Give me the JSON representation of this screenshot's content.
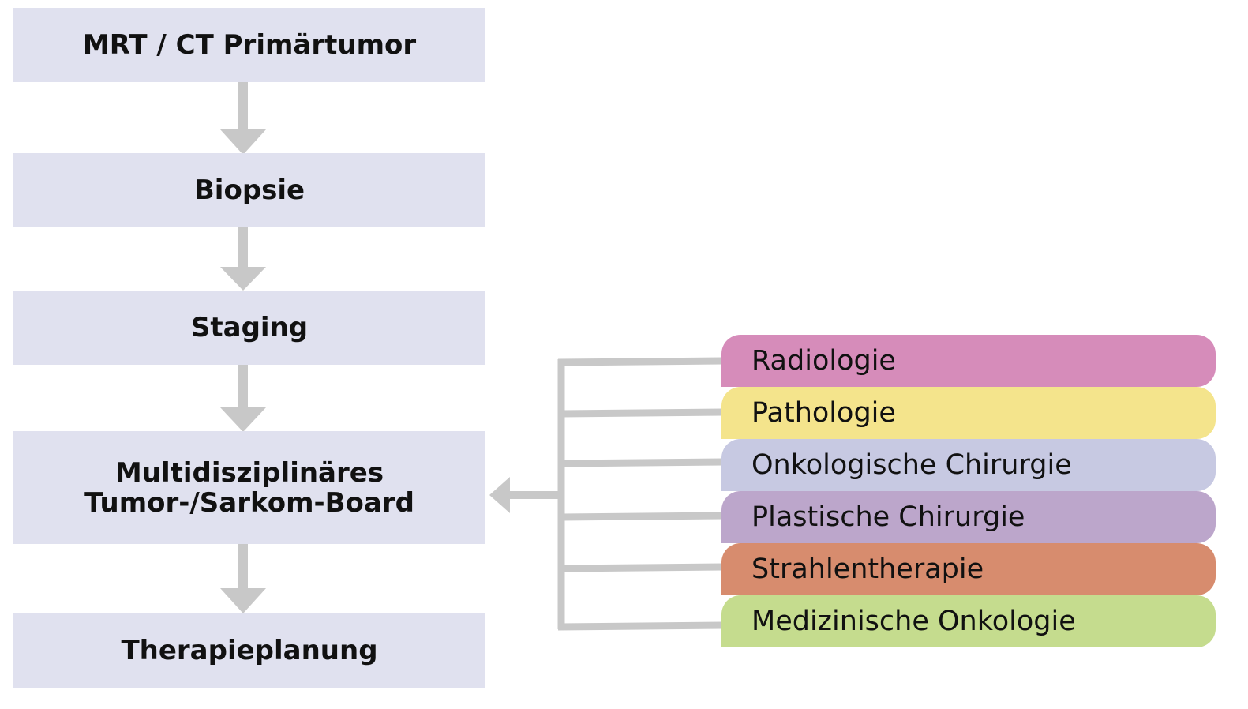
{
  "flow": {
    "steps": [
      {
        "label": "MRT / CT Primärtumor"
      },
      {
        "label": "Biopsie"
      },
      {
        "label": "Staging"
      },
      {
        "label": "Multidisziplinäres\nTumor-/Sarkom-Board"
      },
      {
        "label": "Therapieplanung"
      }
    ]
  },
  "disciplines": [
    {
      "label": "Radiologie",
      "color": "#d68cba"
    },
    {
      "label": "Pathologie",
      "color": "#f4e48c"
    },
    {
      "label": "Onkologische Chirurgie",
      "color": "#c7c9e2"
    },
    {
      "label": "Plastische Chirurgie",
      "color": "#bca6cb"
    },
    {
      "label": "Strahlentherapie",
      "color": "#d78c6e"
    },
    {
      "label": "Medizinische Onkologie",
      "color": "#c5dc8e"
    }
  ],
  "colors": {
    "step_fill": "#e0e1ef",
    "arrow": "#c8c8c8"
  }
}
